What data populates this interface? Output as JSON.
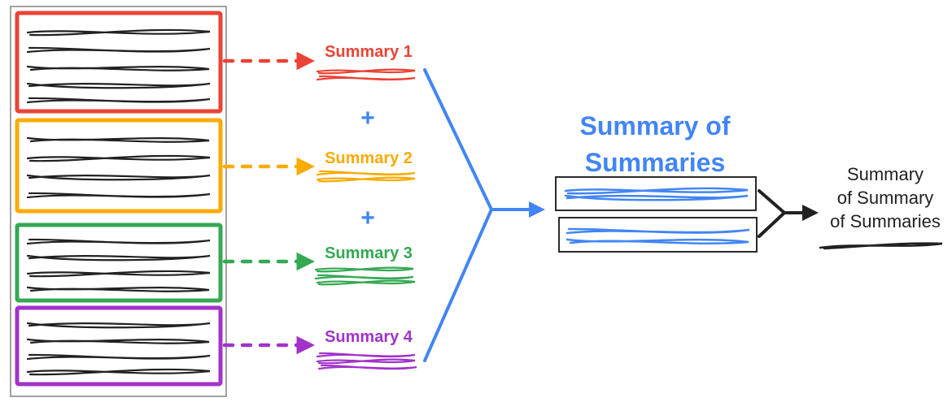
{
  "colors": {
    "red": "#ea4335",
    "yellow": "#f9ab00",
    "green": "#34a853",
    "purple": "#a133c9",
    "blue": "#4285f4",
    "ink": "#212121",
    "box_outline": "#2a2a2a",
    "panel_outline": "#8a8a8a"
  },
  "summaries": [
    {
      "label": "Summary 1"
    },
    {
      "label": "Summary 2"
    },
    {
      "label": "Summary 3"
    },
    {
      "label": "Summary 4"
    }
  ],
  "operators": {
    "plus": "+"
  },
  "summary_of_summaries": {
    "title_lines": [
      "Summary of",
      "Summaries"
    ]
  },
  "final_summary": {
    "label_lines": [
      "Summary",
      "of Summary",
      "of Summaries"
    ]
  }
}
